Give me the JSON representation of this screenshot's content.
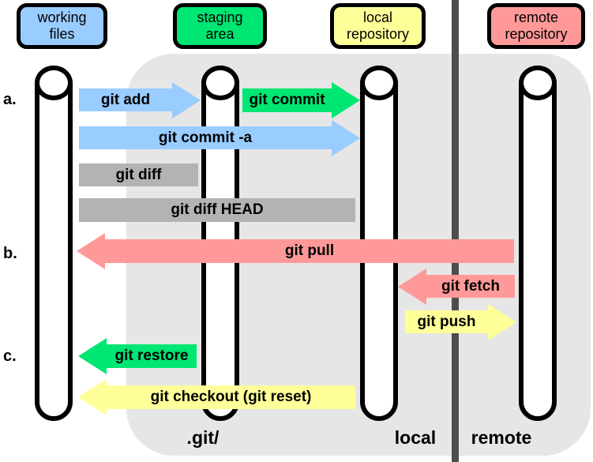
{
  "diagram": {
    "columns": [
      {
        "label": "working\nfiles",
        "color": "#99CCFF"
      },
      {
        "label": "staging\narea",
        "color": "#00E673"
      },
      {
        "label": "local\nrepository",
        "color": "#FFFF99"
      },
      {
        "label": "remote\nrepository",
        "color": "#FF9999"
      }
    ],
    "row_labels": [
      "a.",
      "b.",
      "c."
    ],
    "footers": {
      "git_dir": ".git/",
      "local": "local",
      "remote": "remote"
    },
    "arrows": [
      {
        "label": "git add",
        "color": "#99CCFF",
        "direction": "right",
        "from": "working files",
        "to": "staging area"
      },
      {
        "label": "git commit",
        "color": "#00E673",
        "direction": "right",
        "from": "staging area",
        "to": "local repository"
      },
      {
        "label": "git commit -a",
        "color": "#99CCFF",
        "direction": "right",
        "from": "working files",
        "to": "local repository"
      },
      {
        "label": "git diff",
        "color": "#B3B3B3",
        "direction": "none",
        "from": "working files",
        "to": "staging area"
      },
      {
        "label": "git diff HEAD",
        "color": "#B3B3B3",
        "direction": "none",
        "from": "working files",
        "to": "local repository"
      },
      {
        "label": "git pull",
        "color": "#FF9999",
        "direction": "left",
        "from": "remote repository",
        "to": "working files"
      },
      {
        "label": "git fetch",
        "color": "#FF9999",
        "direction": "left",
        "from": "remote repository",
        "to": "local repository"
      },
      {
        "label": "git push",
        "color": "#FFFF99",
        "direction": "right",
        "from": "local repository",
        "to": "remote repository"
      },
      {
        "label": "git restore",
        "color": "#00E673",
        "direction": "left",
        "from": "staging area",
        "to": "working files"
      },
      {
        "label": "git checkout (git reset)",
        "color": "#FFFF99",
        "direction": "left",
        "from": "local repository",
        "to": "working files"
      }
    ],
    "colors": {
      "panel_bg": "#E6E6E6",
      "divider": "#4D4D4D",
      "tube_fill": "#FFFFFF",
      "outline": "#000000"
    }
  }
}
